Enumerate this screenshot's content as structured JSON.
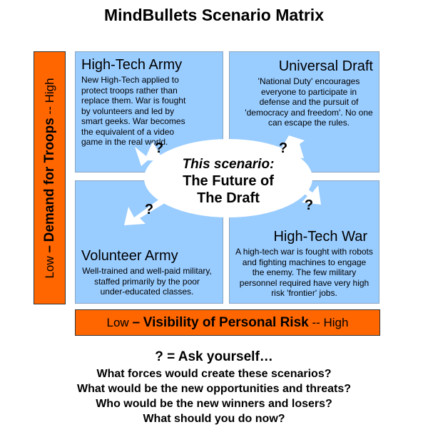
{
  "title": "MindBullets Scenario Matrix",
  "y_axis": {
    "low": "Low",
    "dash": "–",
    "name": "Demand for Troops",
    "high_sep": "--",
    "high": "High"
  },
  "x_axis": {
    "low": "Low",
    "dash": "–",
    "name": "Visibility of Personal Risk",
    "high_sep": "--",
    "high": "High"
  },
  "quadrants": {
    "top_left": {
      "title": "High-Tech Army",
      "text": "New High-Tech applied to protect troops rather than replace them. War is fought by volunteers and led by smart geeks. War becomes the equivalent of a video game in the real world."
    },
    "top_right": {
      "title": "Universal Draft",
      "text": "'National Duty' encourages everyone to participate in defense and the pursuit of 'democracy and freedom'. No one can escape the rules."
    },
    "bottom_left": {
      "title": "Volunteer Army",
      "text": "Well-trained and well-paid military, staffed primarily by the poor under-educated classes."
    },
    "bottom_right": {
      "title": "High-Tech War",
      "text": "A high-tech war is fought with robots and fighting machines to engage the enemy. The few military personnel required have very high risk 'frontier' jobs."
    }
  },
  "center": {
    "line1": "This scenario:",
    "line2": "The Future of",
    "line3": "The Draft"
  },
  "question_mark": "?",
  "questions": {
    "heading": "? = Ask yourself…",
    "items": [
      "What forces would create these scenarios?",
      "What would be the new opportunities and threats?",
      "Who would be the new winners and losers?",
      "What should you do now?"
    ]
  },
  "colors": {
    "axis": "#ff6600",
    "quadrant": "#99ccff",
    "center": "#ffffff"
  }
}
